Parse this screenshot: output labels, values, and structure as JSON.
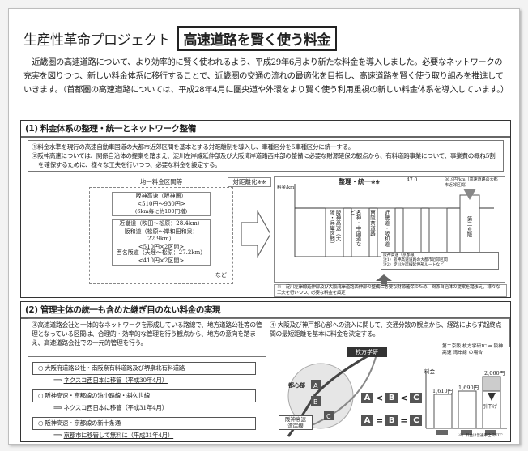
{
  "header": {
    "prefix": "生産性革命プロジェクト",
    "boxed_title": "高速道路を賢く使う料金"
  },
  "intro": "近畿圏の高速道路について、より効率的に賢く使われるよう、平成29年6月より新たな料金を導入しました。必要なネットワークの充実を図りつつ、新しい料金体系に移行することで、近畿圏の交通の流れの最適化を目指し、高速道路を賢く使う取り組みを推進していきます。（首都圏の高速道路については、平成28年4月に圏央道や外環をより賢く使う利用重視の新しい料金体系を導入しています。）",
  "section1": {
    "heading": "(1) 料金体系の整理・統一とネットワーク整備",
    "bullets": [
      "①料金水準を現行の高速自動車国道の大都市近郊区間を基本とする対距離制を導入し、車種区分を5車種区分に統一する。",
      "②阪神高速については、関係自治体の提案を踏まえ、淀川左岸線延伸部及び大阪湾岸道路西伸部の整備に必要な財源確保の観点から、有料道路事業について、事業費の概ね5割を確保するために、様々な工夫を行いつつ、必要な料金を設定する。"
    ],
    "diagram": {
      "left_title": "均一料金区間等",
      "boxes": [
        {
          "name": "阪神高速（阪神圏）",
          "fare": "<510円～930円>",
          "note": "(6km毎に約100円増)"
        },
        {
          "name": "近畿道（吹田～松原：28.4km）",
          "fare": "阪和道（松原～岸和田和泉：22.9km）",
          "note": "<510円×2区間>"
        },
        {
          "name": "西名阪道（天理～松原：27.2km）",
          "fare": "<410円×2区間>",
          "note": ""
        }
      ],
      "etc": "など",
      "mid_label": "対距離化",
      "mid_mark": "※※",
      "y_axis": "料金/km",
      "chart_label": "整理・統一",
      "chart_mark": "※※",
      "top_value": "47.0",
      "top_note": "36.9円/km（高速道路の大都市近郊区間）",
      "vertical_labels": [
        "第二京阪",
        "近畿道・阪和道",
        "南阪奈道路",
        "名神・中国道など",
        "阪神高速（大阪・兵庫区間）"
      ],
      "legend": [
        "阪神高速（京都線）",
        "注1）阪神高速道路の大都市近郊区間",
        "注2）淀川左岸線延伸部ルートなど"
      ],
      "bottom_note": "※　淀川左岸線延伸部及び大阪湾岸道路西伸部の整備に必要な財源確保のため、関係自治体の提案を踏まえ、様々な工夫を行いつつ、必要な料金を設定"
    }
  },
  "section2": {
    "heading": "(2) 管理主体の統一も含めた継ぎ目のない料金の実現",
    "left_bullet": "③高速道路会社と一体的なネットワークを形成している路線で、地方道路公社等の管理となっている区間は、合理的・効率的な管理を行う観点から、地方の意向を踏まえ、高速道路会社での一元的管理を行う。",
    "right_bullet": "④ 大阪及び神戸都心部への流入に関して、交通分散の観点から、経路によらず起終点間の最短距離を基本に料金を決定する。",
    "items": [
      {
        "title": "○ 大阪府道路公社・南阪奈有料道路及び堺泉北有料道路",
        "to": "ネクスコ西日本に移管（平成30年4月）"
      },
      {
        "title": "○ 阪神高速・京都線の油小路線・斜久世線",
        "to": "ネクスコ西日本に移管（平成31年4月）"
      },
      {
        "title": "○ 阪神高速・京都線の新十条通",
        "to": "京都市に移管して無料に（平成31年4月）"
      }
    ],
    "map": {
      "label_top": "枚方学研",
      "label_center": "都心部",
      "label_bottom": "阪神高速\n湾岸線",
      "abc_row1": [
        "A",
        "<",
        "B",
        "<",
        "C"
      ],
      "abc_row2": [
        "A",
        "=",
        "B",
        "=",
        "C"
      ]
    },
    "chart": {
      "note_title": "第二京阪 枚方学研IC ⇔ 阪神高速 湾岸線 の場合",
      "y_label": "料金",
      "values": [
        "1,610円",
        "1,690円",
        "2,060円"
      ],
      "cut_label": "引下げ",
      "cats": [
        "A",
        "B",
        "C"
      ],
      "source": "※）料金は普通車全日ETC"
    }
  }
}
